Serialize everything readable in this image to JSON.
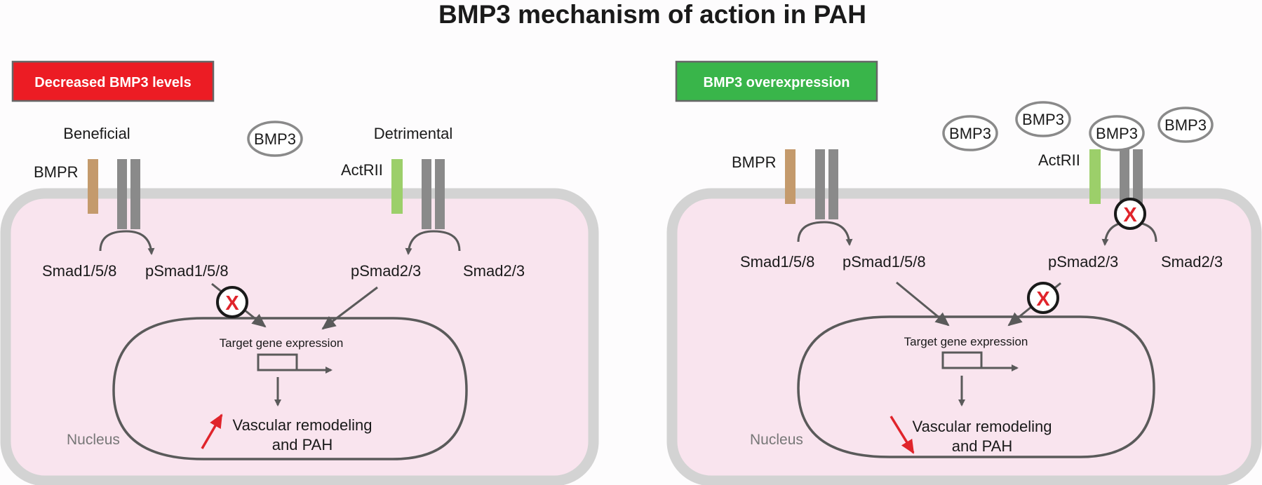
{
  "title": "BMP3 mechanism of action in PAH",
  "colors": {
    "cell_fill": "#f9e4ee",
    "cell_border": "#d3d3d3",
    "receptor_gray": "#8a8a8a",
    "bmpr": "#c49a6c",
    "actrii": "#9ccf6a",
    "arrow_gray": "#5a5a5a",
    "red": "#e0242b",
    "decreased_banner": "#ec1c24",
    "overexpression_banner": "#39b54a"
  },
  "left": {
    "banner": "Decreased BMP3 levels",
    "beneficial": "Beneficial",
    "detrimental": "Detrimental",
    "bmp3": "BMP3",
    "bmpr": "BMPR",
    "actrii": "ActRII",
    "smad158": "Smad1/5/8",
    "psmad158": "pSmad1/5/8",
    "psmad23": "pSmad2/3",
    "smad23": "Smad2/3",
    "target": "Target gene expression",
    "vascular_line1": "Vascular remodeling",
    "vascular_line2": "and PAH",
    "nucleus": "Nucleus",
    "inhibit_symbol": "X"
  },
  "right": {
    "banner": "BMP3 overexpression",
    "bmp3": "BMP3",
    "bmpr": "BMPR",
    "actrii": "ActRII",
    "smad158": "Smad1/5/8",
    "psmad158": "pSmad1/5/8",
    "psmad23": "pSmad2/3",
    "smad23": "Smad2/3",
    "target": "Target gene expression",
    "vascular_line1": "Vascular remodeling",
    "vascular_line2": "and PAH",
    "nucleus": "Nucleus",
    "inhibit_symbol": "X"
  }
}
